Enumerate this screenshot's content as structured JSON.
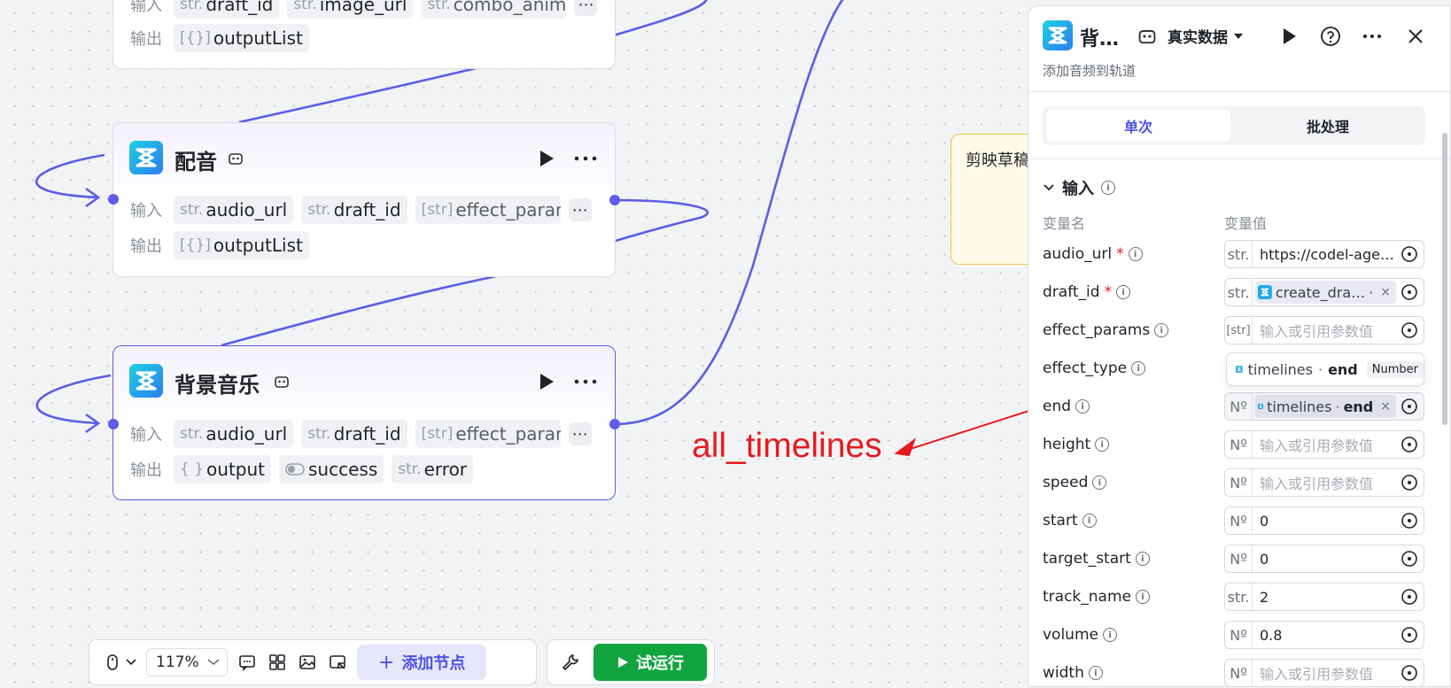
{
  "canvas": {
    "annotation_label": "all_timelines",
    "comment_text": "剪映草稿"
  },
  "nodes": [
    {
      "inputs_label": "输入",
      "outputs_label": "输出",
      "inputs": [
        {
          "type": "str.",
          "name": "draft_id"
        },
        {
          "type": "str.",
          "name": "image_url"
        },
        {
          "type": "str.",
          "name": "combo_anim"
        }
      ],
      "outputs": [
        {
          "type": "[{}]",
          "name": "outputList"
        }
      ]
    },
    {
      "title": "配音",
      "inputs_label": "输入",
      "outputs_label": "输出",
      "inputs": [
        {
          "type": "str.",
          "name": "audio_url"
        },
        {
          "type": "str.",
          "name": "draft_id"
        },
        {
          "type": "[str]",
          "name": "effect_param"
        }
      ],
      "outputs": [
        {
          "type": "[{}]",
          "name": "outputList"
        }
      ]
    },
    {
      "title": "背景音乐",
      "inputs_label": "输入",
      "outputs_label": "输出",
      "inputs": [
        {
          "type": "str.",
          "name": "audio_url"
        },
        {
          "type": "str.",
          "name": "draft_id"
        },
        {
          "type": "[str]",
          "name": "effect_param"
        }
      ],
      "outputs": [
        {
          "type": "{ }",
          "name": "output"
        },
        {
          "type": "toggle",
          "name": "success"
        },
        {
          "type": "str.",
          "name": "error"
        }
      ]
    }
  ],
  "toolbar": {
    "zoom": "117%",
    "add_node": "添加节点",
    "test_run": "试运行"
  },
  "panel": {
    "title": "背…",
    "data_mode": "真实数据",
    "description": "添加音频到轨道",
    "tab_single": "单次",
    "tab_batch": "批处理",
    "section_input": "输入",
    "col_name": "变量名",
    "col_value": "变量值",
    "placeholder": "输入或引用参数值",
    "params": [
      {
        "name": "audio_url",
        "required": true,
        "type": "str.",
        "value": "https://codel-age…"
      },
      {
        "name": "draft_id",
        "required": true,
        "type": "str.",
        "ref": "create_dra…",
        "ref_sep": "·"
      },
      {
        "name": "effect_params",
        "required": false,
        "type": "[str]",
        "placeholder": "输入或引用参数值"
      },
      {
        "name": "effect_type",
        "required": false
      },
      {
        "name": "end",
        "required": false,
        "type": "Nº",
        "ref_node": "timelines",
        "ref_field": "end"
      },
      {
        "name": "height",
        "required": false,
        "type": "Nº",
        "placeholder": "输入或引用参数值"
      },
      {
        "name": "speed",
        "required": false,
        "type": "Nº",
        "placeholder": "输入或引用参数值"
      },
      {
        "name": "start",
        "required": false,
        "type": "Nº",
        "value": "0"
      },
      {
        "name": "target_start",
        "required": false,
        "type": "Nº",
        "value": "0"
      },
      {
        "name": "track_name",
        "required": false,
        "type": "str.",
        "value": "2"
      },
      {
        "name": "volume",
        "required": false,
        "type": "Nº",
        "value": "0.8"
      },
      {
        "name": "width",
        "required": false,
        "type": "Nº",
        "placeholder": "输入或引用参数值"
      }
    ],
    "tooltip": {
      "node": "timelines",
      "field": "end",
      "type_tag": "Number"
    }
  },
  "colors": {
    "accent": "#4d53e8",
    "edge": "#5a5ee8",
    "annotation": "#e8191d",
    "run": "#12a53f"
  }
}
